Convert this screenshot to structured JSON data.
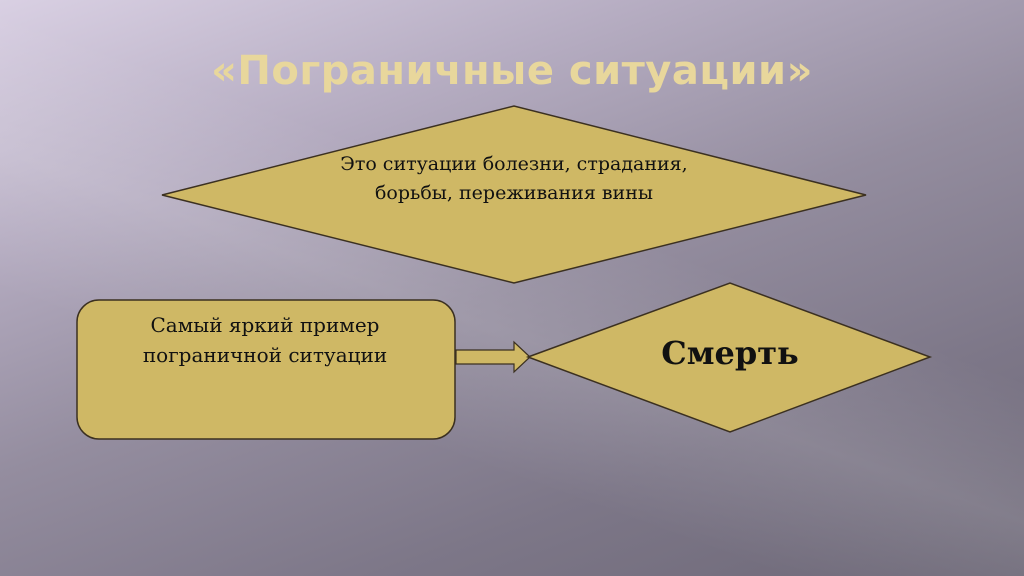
{
  "slide": {
    "title": "«Пограничные ситуации»",
    "definition_diamond": "Это ситуации болезни, страдания, борьбы, переживания вины",
    "example_box": "Самый яркий пример пограничной ситуации",
    "answer_diamond": "Смерть"
  },
  "colors": {
    "shape_fill": "#cfb865",
    "outline": "#3b3020",
    "title": "#e8d79c"
  }
}
